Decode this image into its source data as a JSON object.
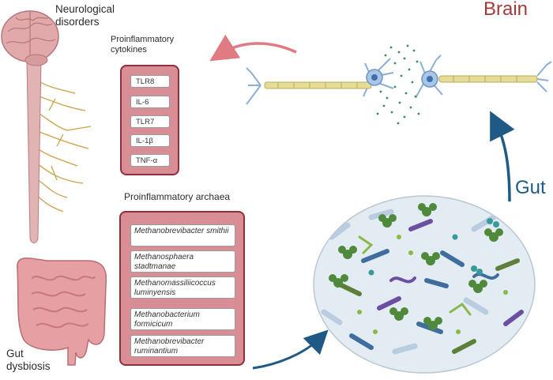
{
  "labels": {
    "neurological": "Neurological disorders",
    "gut_dysbiosis": "Gut dysbiosis",
    "cytokines_title": "Proinflammatory cytokines",
    "archaea_title": "Proinflammatory archaea",
    "brain": "Brain",
    "gut": "Gut"
  },
  "cytokines": [
    "TLR8",
    "IL-6",
    "TLR7",
    "IL-1β",
    "TNF-α"
  ],
  "archaea": [
    "Methanobrevibacter smithii",
    "Methanosphaera stadtmanae",
    "Methanomassiliicoccus luminyensis",
    "Methanobacterium formicicum",
    "Methanobrevibacter ruminantium"
  ],
  "colors": {
    "panel_fill": "#d98d94",
    "panel_border": "#8e2f3c",
    "brain_text": "#a23a3c",
    "gut_text": "#1f5a86"
  },
  "icons": [
    "brain-spinal-cord-icon",
    "intestine-icon",
    "neurons-icon",
    "microbiota-icon"
  ]
}
